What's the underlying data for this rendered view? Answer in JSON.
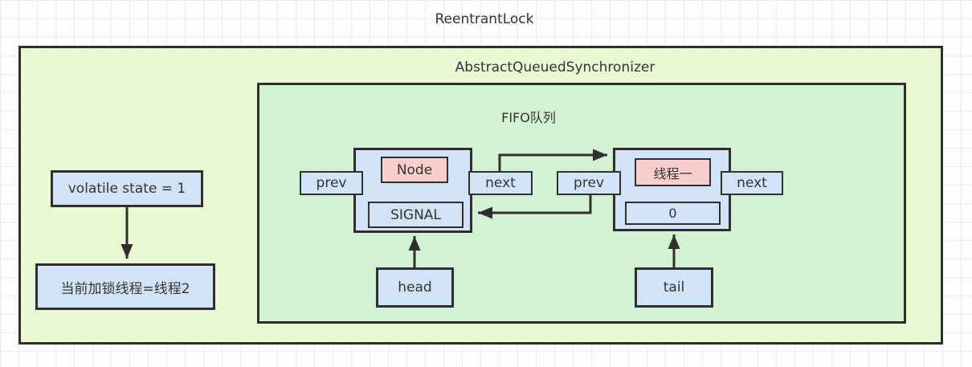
{
  "title": "ReentrantLock",
  "aqs": {
    "title": "AbstractQueuedSynchronizer",
    "state_label": "volatile state = 1",
    "owner_label": "当前加锁线程=线程2",
    "fifo": {
      "title": "FIFO队列",
      "nodes": [
        {
          "thread": "Node",
          "wait_status": "SIGNAL",
          "prev_label": "prev",
          "next_label": "next"
        },
        {
          "thread": "线程一",
          "wait_status": "0",
          "prev_label": "prev",
          "next_label": "next"
        }
      ],
      "head_label": "head",
      "tail_label": "tail"
    }
  },
  "colors": {
    "outer_fill": "#e9f8d3",
    "inner_fill": "#d3f2d1",
    "node_fill": "#d2e3f7",
    "thread_fill": "#f8cecc",
    "border": "#2f2f2f",
    "text": "#333333",
    "grid_line": "#ececec"
  }
}
